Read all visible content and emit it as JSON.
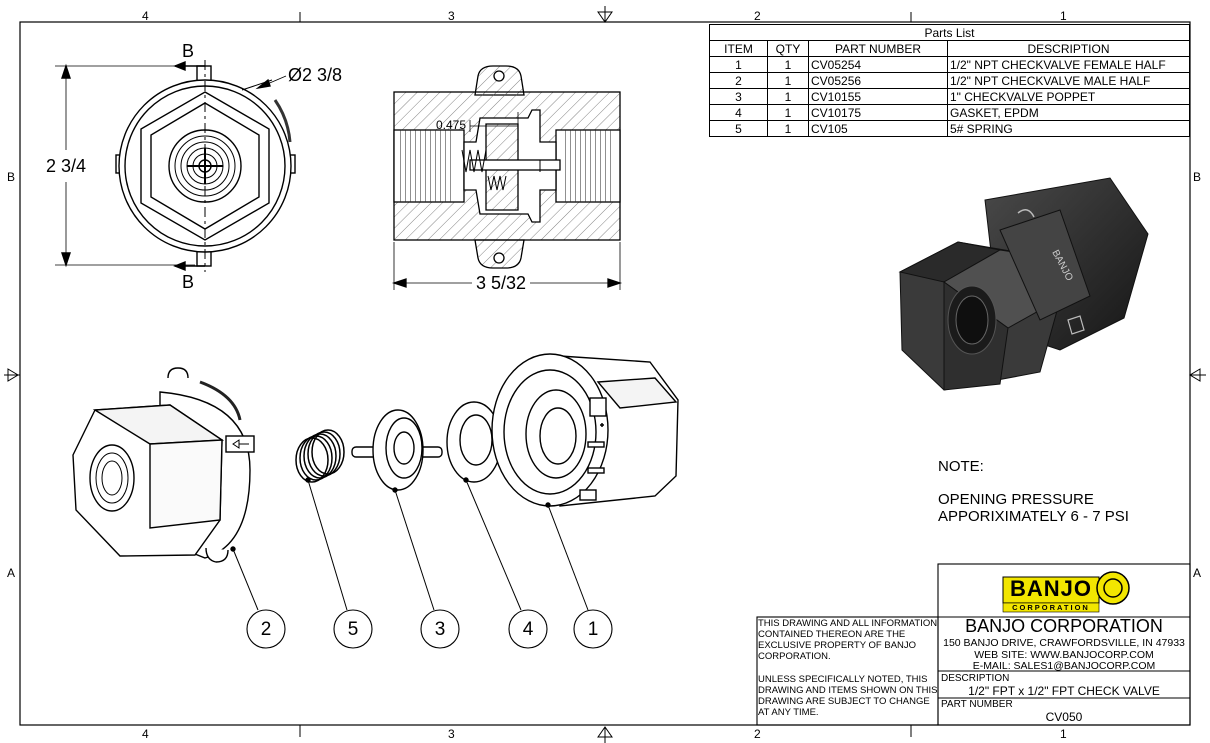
{
  "zones": {
    "columns": [
      "4",
      "3",
      "2",
      "1"
    ],
    "rows": [
      "B",
      "A"
    ]
  },
  "parts_list": {
    "title": "Parts List",
    "headers": [
      "ITEM",
      "QTY",
      "PART NUMBER",
      "DESCRIPTION"
    ],
    "rows": [
      [
        "1",
        "1",
        "CV05254",
        "1/2\" NPT CHECKVALVE FEMALE HALF"
      ],
      [
        "2",
        "1",
        "CV05256",
        "1/2\" NPT CHECKVALVE MALE HALF"
      ],
      [
        "3",
        "1",
        "CV10155",
        "1\" CHECKVALVE POPPET"
      ],
      [
        "4",
        "1",
        "CV10175",
        "GASKET, EPDM"
      ],
      [
        "5",
        "1",
        "CV105",
        "5# SPRING"
      ]
    ]
  },
  "views": {
    "section_label": "B",
    "diameter_dim": "Ø2 3/8",
    "height_dim": "2 3/4",
    "length_dim": "3 5/32",
    "inner_dim": "0.475"
  },
  "balloons": [
    "2",
    "5",
    "3",
    "4",
    "1"
  ],
  "note": {
    "heading": "NOTE:",
    "line1": "OPENING PRESSURE",
    "line2": "APPORIXIMATELY 6 - 7 PSI"
  },
  "title_block": {
    "logo_text": "BANJO",
    "logo_sub": "CORPORATION",
    "company": "BANJO CORPORATION",
    "address": "150 BANJO DRIVE, CRAWFORDSVILLE, IN 47933",
    "web": "WEB SITE: WWW.BANJOCORP.COM",
    "email": "E-MAIL: SALES1@BANJOCORP.COM",
    "description_label": "DESCRIPTION",
    "description": "1/2\" FPT x 1/2\" FPT CHECK VALVE",
    "part_number_label": "PART NUMBER",
    "part_number": "CV050",
    "disclaimer1": "THIS DRAWING AND ALL INFORMATION CONTAINED THEREON ARE THE EXCLUSIVE PROPERTY OF BANJO CORPORATION.",
    "disclaimer2": "UNLESS SPECIFICALLY NOTED, THIS DRAWING AND ITEMS SHOWN ON THIS DRAWING ARE SUBJECT TO CHANGE AT ANY TIME."
  },
  "colors": {
    "logo_yellow": "#f2e600",
    "part_dark": "#2b2b2b",
    "hatch": "#555555"
  }
}
